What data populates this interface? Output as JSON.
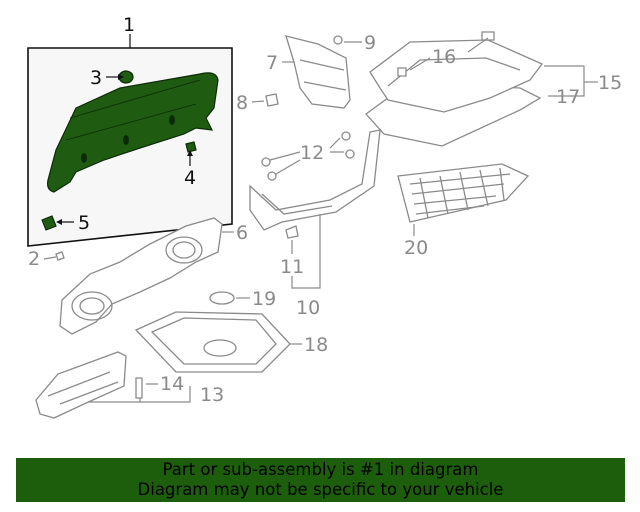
{
  "callouts": {
    "c1": "1",
    "c2": "2",
    "c3": "3",
    "c4": "4",
    "c5": "5",
    "c6": "6",
    "c7": "7",
    "c8": "8",
    "c9": "9",
    "c10": "10",
    "c11": "11",
    "c12": "12",
    "c13": "13",
    "c14": "14",
    "c15": "15",
    "c16": "16",
    "c17": "17",
    "c18": "18",
    "c19": "19",
    "c20": "20"
  },
  "banner": {
    "line1": "Part or sub-assembly is #1 in diagram",
    "line2": "Diagram may not be specific to your vehicle"
  },
  "colors": {
    "highlight": "#1f5c12",
    "banner_bg": "#1d5e0c",
    "line_gray": "#8a8a8a"
  }
}
